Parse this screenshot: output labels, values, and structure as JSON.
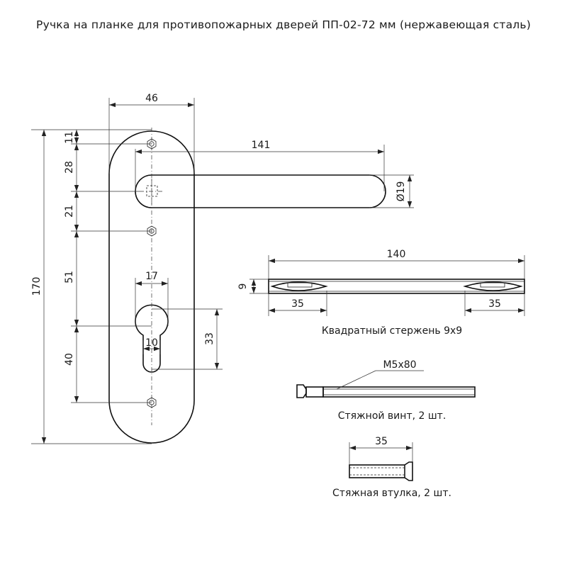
{
  "title": "Ручка на планке для противопожарных дверей ПП-02-72 мм (нержавеющая сталь)",
  "dimensions": {
    "plate_width": "46",
    "handle_length": "141",
    "handle_diameter": "Ø19",
    "total_height": "170",
    "d11": "11",
    "d28": "28",
    "d21": "21",
    "d51": "51",
    "d40": "40",
    "cyl_width": "17",
    "cyl_slot": "10",
    "cyl_height": "33",
    "rod_length": "140",
    "rod_thickness": "9",
    "rod_end_left": "35",
    "rod_end_right": "35",
    "screw_label": "M5x80",
    "bushing_length": "35"
  },
  "captions": {
    "rod": "Квадратный стержень 9x9",
    "screw": "Стяжной винт, 2 шт.",
    "bushing": "Стяжная втулка, 2 шт."
  }
}
